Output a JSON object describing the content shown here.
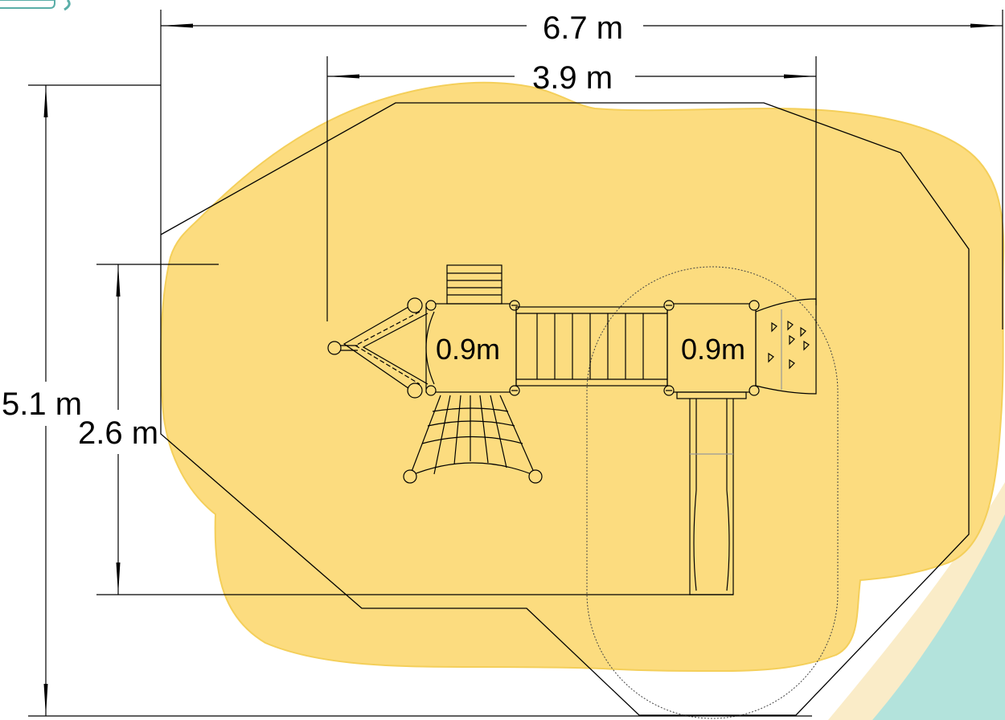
{
  "dimensions": {
    "overall_width": "6.7 m",
    "structure_width": "3.9 m",
    "overall_depth": "5.1 m",
    "structure_depth": "2.6 m"
  },
  "platforms": {
    "left_height": "0.9m",
    "right_height": "0.9m"
  },
  "colors": {
    "safety_zone": "#fcdc7f",
    "safety_zone_edge": "#f4cf5a",
    "corner_teal": "#b3e3dc",
    "corner_cream": "#faecc8",
    "logo_teal": "#5aaea8",
    "line": "#000000"
  },
  "icons": [
    "arrow-head-icon",
    "logo-corner-icon"
  ]
}
